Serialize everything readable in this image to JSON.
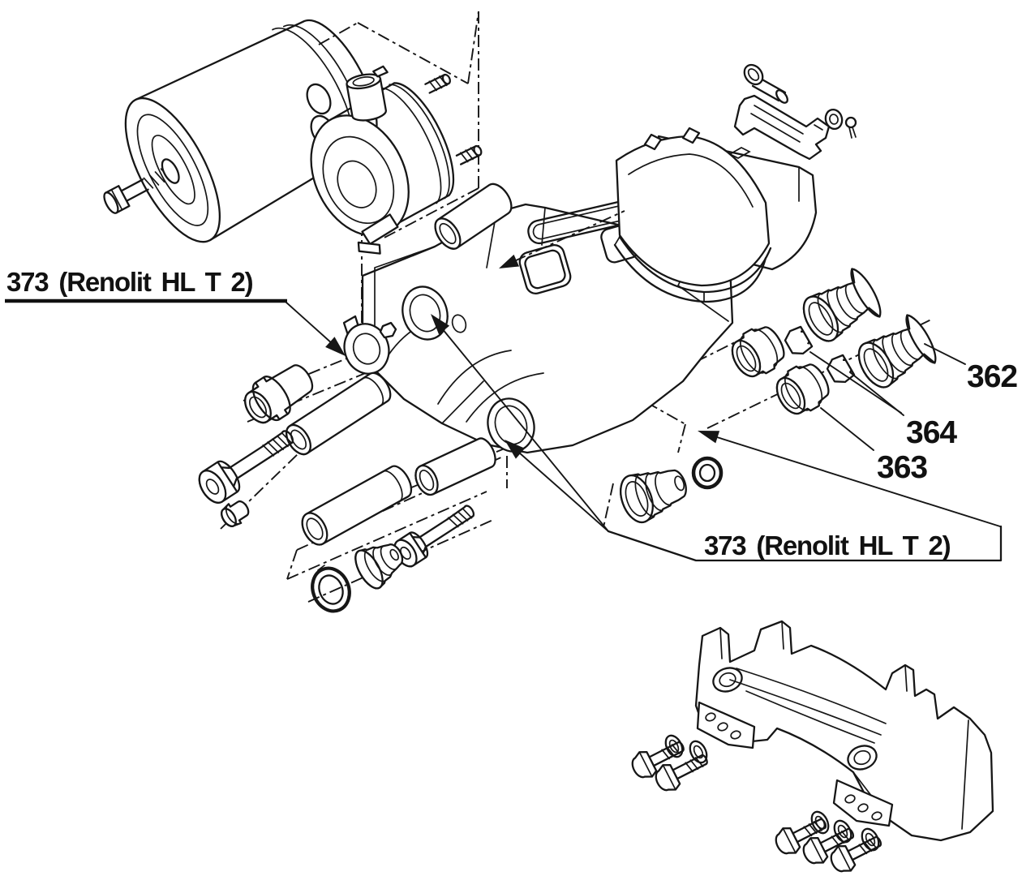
{
  "figure": {
    "background": "#ffffff",
    "ink": "#161616",
    "labels": {
      "grease_left": "373 (Renolit HL T 2)",
      "grease_banner": "373 (Renolit HL T 2)",
      "part_362": "362",
      "part_364": "364",
      "part_363": "363"
    }
  }
}
